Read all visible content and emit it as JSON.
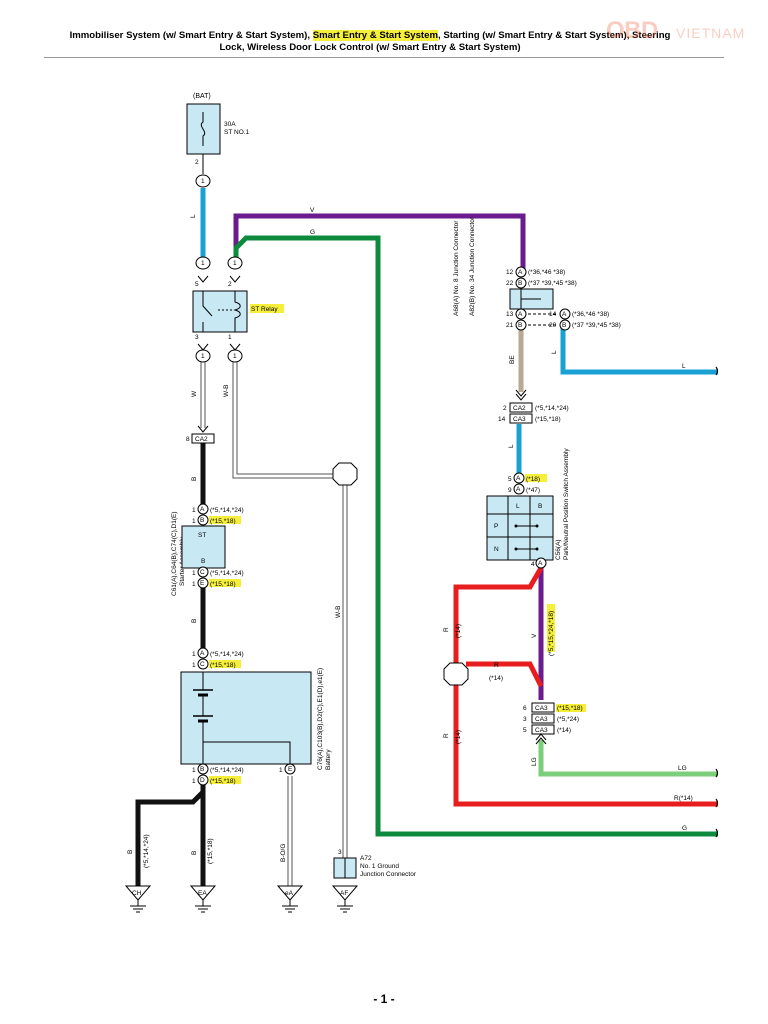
{
  "header": {
    "part1": "Immobiliser System (w/ Smart Entry & Start System), ",
    "highlight": "Smart Entry & Start System",
    "part2": ", Starting (w/ Smart Entry & Start System), Steering",
    "line2": "Lock, Wireless Door Lock Control (w/ Smart Entry & Start System)"
  },
  "watermark": {
    "brand": "OBD",
    "suffix": "VIETNAM"
  },
  "page_number": "- 1 -",
  "colors": {
    "blue_wire": "#1aa1d3",
    "purple_wire": "#6a1b8e",
    "green_wire": "#0d8a3d",
    "red_wire": "#e81e1e",
    "lightgreen_wire": "#7ccf7a",
    "tan_wire": "#b9a896",
    "component_fill": "#c8e8f4",
    "highlight": "#f6ef3a"
  },
  "labels": {
    "bat": "(BAT)",
    "fuse_a": "30A",
    "fuse_b": "ST NO.1",
    "st_relay": "ST Relay",
    "wire_L": "L",
    "wire_V": "V",
    "wire_G": "G",
    "wire_W": "W",
    "wire_WB": "W-B",
    "wire_B": "B",
    "wire_BE": "BE",
    "wire_R": "R",
    "wire_LG": "LG",
    "wire_BOG": "B-O/G",
    "wire_R14": "R(*14)",
    "st": "ST",
    "b": "B",
    "E": "E",
    "starter": "Starter Assembly",
    "starter_code": "C61(A),C64(B),C74(C),D1(E)",
    "battery": "Battery",
    "battery_code": "C76(A),C103(B),D2(C),E1(D),e1(E)",
    "junction_code": "A68(A) No. 8 Junction Connector",
    "junction_code2": "A82(B) No. 34 Junction Connector",
    "park_code": "C56(A)",
    "park_name": "Park/Neutral Position Switch Assembly",
    "ground_code": "A72",
    "ground_name1": "No. 1 Ground",
    "ground_name2": "Junction Connector",
    "gnd_CH": "CH",
    "gnd_EA": "EA",
    "gnd_eA": "eA",
    "gnd_AF": "AF",
    "sw_L": "L",
    "sw_B": "B",
    "sw_P": "P",
    "sw_N": "N"
  },
  "notes": {
    "n_5_14_24": "(*5,*14,*24)",
    "n_15_18": "(*15,*18)",
    "n_36_46_38": "(*36,*46 *38)",
    "n_37_39_45_38": "(*37 *39,*45 *38)",
    "n_18": "(*18)",
    "n_47": "(*47)",
    "n_14": "(*14)",
    "n_5_24": "(*5,*24)",
    "n_5_15_24_18": "(*5,*15,*24,*18)",
    "n_5_14_24b": "(*5,*14,*24)"
  },
  "connectors": {
    "ca2": "CA2",
    "ca3": "CA3",
    "pin_1": "1",
    "pin_2": "2",
    "pin_3": "3",
    "pin_4": "4",
    "pin_5": "5",
    "pin_6": "6",
    "pin_8": "8",
    "pin_9": "9",
    "pin_12": "12",
    "pin_13": "13",
    "pin_14": "14",
    "pin_20": "20",
    "pin_21": "21",
    "pin_22": "22",
    "A": "A",
    "B": "B",
    "C": "C",
    "D": "D",
    "E": "E"
  }
}
